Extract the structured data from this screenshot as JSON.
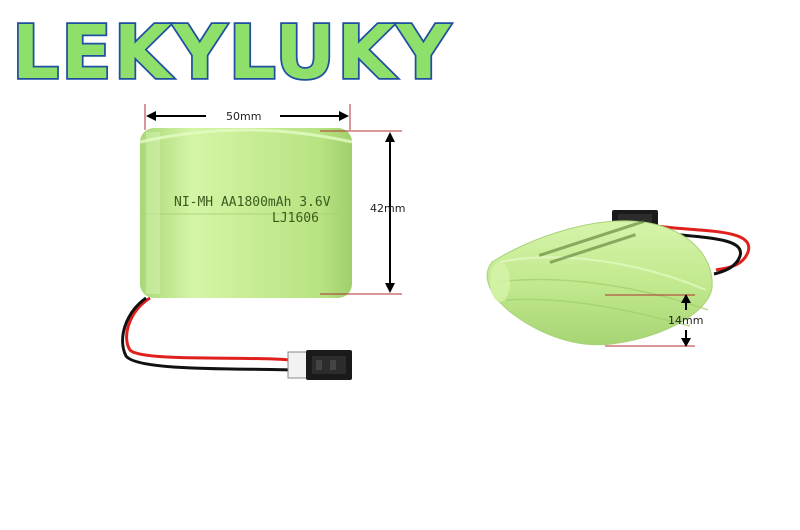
{
  "brand": {
    "name": "LEKYLUKY"
  },
  "battery_front": {
    "print_line1": "NI-MH AA1800mAh 3.6V",
    "print_line2": "LJ1606"
  },
  "dimensions": {
    "width_label": "50mm",
    "height_label": "42mm",
    "depth_label": "14mm"
  },
  "colors": {
    "logo_fill": "#8ee06a",
    "logo_outline": "#1f4fa0",
    "battery_green": "#c8ee96",
    "dimension_line": "#b03030",
    "wire_red": "#e0201c",
    "wire_black": "#111111",
    "connector_white": "#f2f2f2",
    "connector_black": "#1a1a1a"
  }
}
